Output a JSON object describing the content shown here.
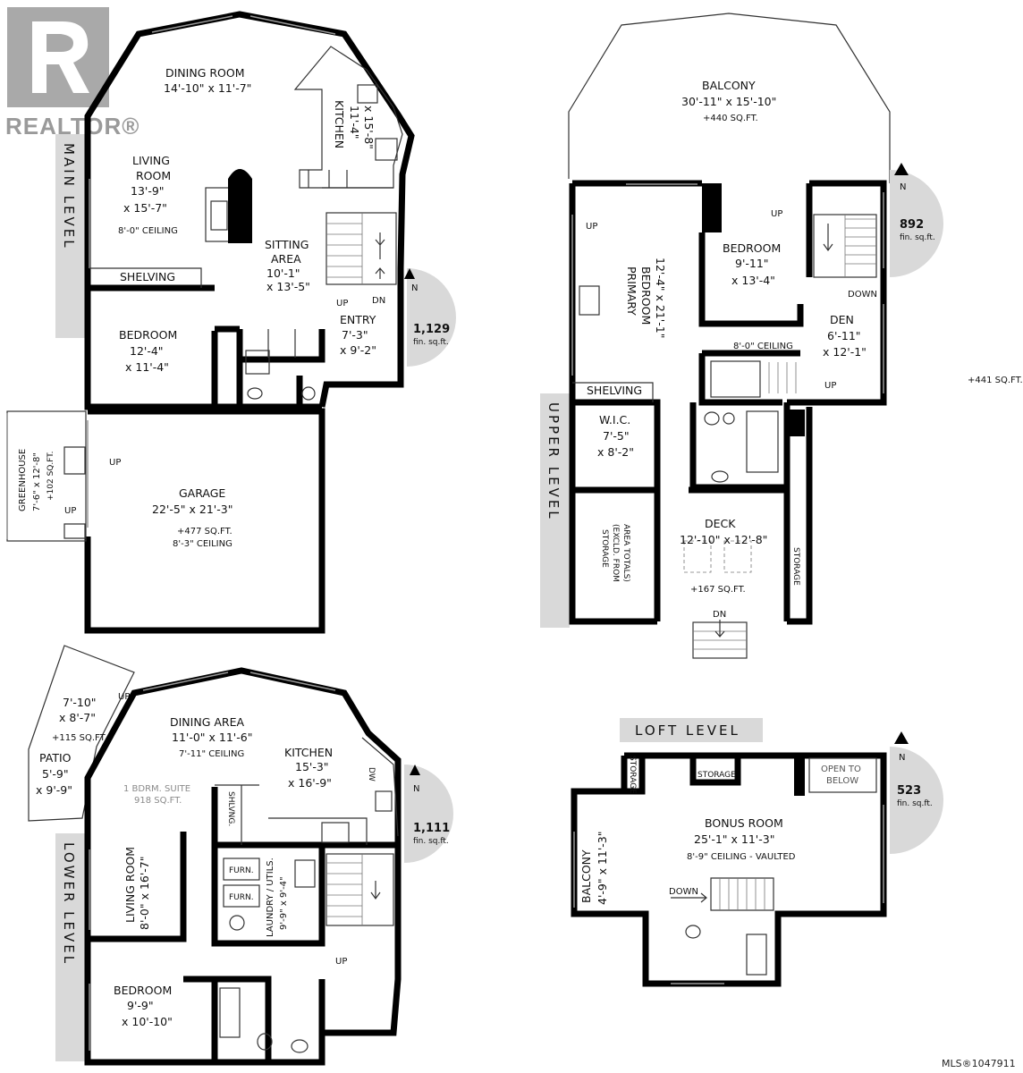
{
  "watermark": {
    "brand": "REALTOR®",
    "mls": "MLS®1047911"
  },
  "main_level": {
    "level_label": "MAIN LEVEL",
    "area": "1,129",
    "area_unit": "fin. sq.ft.",
    "north": "N",
    "rooms": {
      "dining_name": "DINING ROOM",
      "dining_dim": "14'-10\" x 11'-7\"",
      "kitchen_name": "KITCHEN",
      "kitchen_dim": "11'-4\"",
      "kitchen_dim2": "x 15'-8\"",
      "living_name1": "LIVING",
      "living_name2": "ROOM",
      "living_dim1": "13'-9\"",
      "living_dim2": "x 15'-7\"",
      "living_ceiling": "8'-0\" CEILING",
      "sitting_name1": "SITTING",
      "sitting_name2": "AREA",
      "sitting_dim1": "10'-1\"",
      "sitting_dim2": "x 13'-5\"",
      "shelving": "SHELVING",
      "bedroom_name": "BEDROOM",
      "bedroom_dim1": "12'-4\"",
      "bedroom_dim2": "x 11'-4\"",
      "entry_name": "ENTRY",
      "entry_dim1": "7'-3\"",
      "entry_dim2": "x 9'-2\"",
      "up": "UP",
      "dn": "DN",
      "greenhouse_name": "GREENHOUSE",
      "greenhouse_dim": "7'-6\" x 12'-8\"",
      "greenhouse_sqft": "+102 SQ.FT.",
      "garage_name": "GARAGE",
      "garage_dim": "22'-5\" x 21'-3\"",
      "garage_sqft": "+477 SQ.FT.",
      "garage_ceiling": "8'-3\" CEILING"
    }
  },
  "upper_level": {
    "level_label": "UPPER LEVEL",
    "area": "892",
    "area_unit": "fin. sq.ft.",
    "north": "N",
    "side_sqft": "+441 SQ.FT.",
    "rooms": {
      "balcony_name": "BALCONY",
      "balcony_dim": "30'-11\" x 15'-10\"",
      "balcony_sqft": "+440 SQ.FT.",
      "primary_name1": "PRIMARY",
      "primary_name2": "BEDROOM",
      "primary_dim": "12'-4\" x 21'-1\"",
      "bedroom_name": "BEDROOM",
      "bedroom_dim1": "9'-11\"",
      "bedroom_dim2": "x 13'-4\"",
      "den_name": "DEN",
      "den_dim1": "6'-11\"",
      "den_dim2": "x 12'-1\"",
      "den_ceiling": "8'-0\" CEILING",
      "shelving": "SHELVING",
      "wic_name": "W.I.C.",
      "wic_dim1": "7'-5\"",
      "wic_dim2": "x 8'-2\"",
      "storage_excl1": "STORAGE",
      "storage_excl2": "(EXCLD. FROM",
      "storage_excl3": "AREA TOTALS)",
      "deck_name": "DECK",
      "deck_dim": "12'-10\" x 12'-8\"",
      "deck_sqft": "+167 SQ.FT.",
      "storage": "STORAGE",
      "up": "UP",
      "down": "DOWN",
      "dn": "DN"
    }
  },
  "lower_level": {
    "level_label": "LOWER LEVEL",
    "area": "1,111",
    "area_unit": "fin. sq.ft.",
    "north": "N",
    "rooms": {
      "patio_dim1": "7'-10\"",
      "patio_dim2": "x 8'-7\"",
      "patio_sqft": "+115 SQ.FT.",
      "patio_name": "PATIO",
      "patio2_dim1": "5'-9\"",
      "patio2_dim2": "x 9'-9\"",
      "dining_name": "DINING AREA",
      "dining_dim": "11'-0\" x 11'-6\"",
      "dining_ceiling": "7'-11\" CEILING",
      "kitchen_name": "KITCHEN",
      "kitchen_dim1": "15'-3\"",
      "kitchen_dim2": "x 16'-9\"",
      "suite1": "1 BDRM. SUITE",
      "suite2": "918 SQ.FT.",
      "shlvng": "SHLVNG.",
      "dw": "DW",
      "living_name": "LIVING ROOM",
      "living_dim": "8'-0\" x 16'-7\"",
      "furn": "FURN.",
      "laundry_name": "LAUNDRY / UTILS.",
      "laundry_dim": "9'-9\" x 9'-4\"",
      "bedroom_name": "BEDROOM",
      "bedroom_dim1": "9'-9\"",
      "bedroom_dim2": "x 10'-10\"",
      "up": "UP"
    }
  },
  "loft_level": {
    "level_label": "LOFT LEVEL",
    "area": "523",
    "area_unit": "fin. sq.ft.",
    "north": "N",
    "rooms": {
      "storage": "STORAGE",
      "open1": "OPEN TO",
      "open2": "BELOW",
      "bonus_name": "BONUS ROOM",
      "bonus_dim": "25'-1\" x 11'-3\"",
      "bonus_ceiling": "8'-9\" CEILING - VAULTED",
      "balcony_name": "BALCONY",
      "balcony_dim": "4'-9\" x 11'-3\"",
      "down": "DOWN"
    }
  }
}
